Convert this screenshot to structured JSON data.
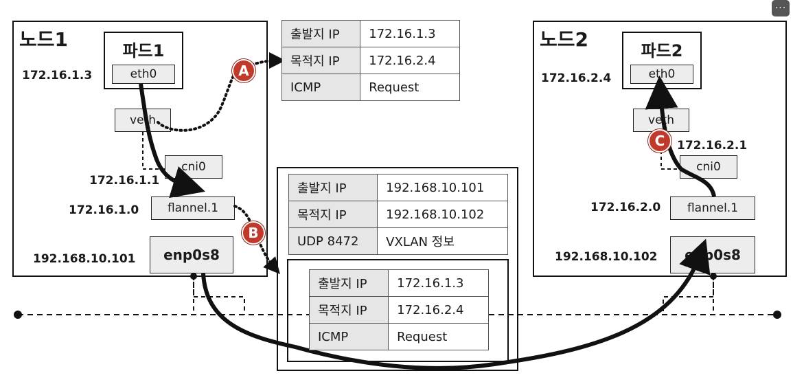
{
  "node1": {
    "title": "노드1",
    "pod_title": "파드1",
    "pod_ip": "172.16.1.3",
    "eth": "eth0",
    "veth": "veth",
    "cni": "cni0",
    "cni_ip": "172.16.1.1",
    "flannel": "flannel.1",
    "flannel_ip": "172.16.1.0",
    "nic": "enp0s8",
    "nic_ip": "192.168.10.101"
  },
  "node2": {
    "title": "노드2",
    "pod_title": "파드2",
    "pod_ip": "172.16.2.4",
    "eth": "eth0",
    "veth": "veth",
    "cni": "cni0",
    "cni_ip": "172.16.2.1",
    "flannel": "flannel.1",
    "flannel_ip": "172.16.2.0",
    "nic": "enp0s8",
    "nic_ip": "192.168.10.102"
  },
  "packet_a": {
    "rows": [
      {
        "key": "출발지 IP",
        "val": "172.16.1.3"
      },
      {
        "key": "목적지 IP",
        "val": "172.16.2.4"
      },
      {
        "key": "ICMP",
        "val": "Request"
      }
    ]
  },
  "packet_b_outer": {
    "rows": [
      {
        "key": "출발지 IP",
        "val": "192.168.10.101"
      },
      {
        "key": "목적지 IP",
        "val": "192.168.10.102"
      },
      {
        "key": "UDP 8472",
        "val": "VXLAN 정보"
      }
    ]
  },
  "packet_b_inner": {
    "rows": [
      {
        "key": "출발지 IP",
        "val": "172.16.1.3"
      },
      {
        "key": "목적지 IP",
        "val": "172.16.2.4"
      },
      {
        "key": "ICMP",
        "val": "Request"
      }
    ]
  },
  "markers": {
    "a": "A",
    "b": "B",
    "c": "C"
  },
  "menu": "···",
  "colors": {
    "marker": "#c0392b",
    "header_cell": "#e6e6e6",
    "iface": "#ededed"
  }
}
